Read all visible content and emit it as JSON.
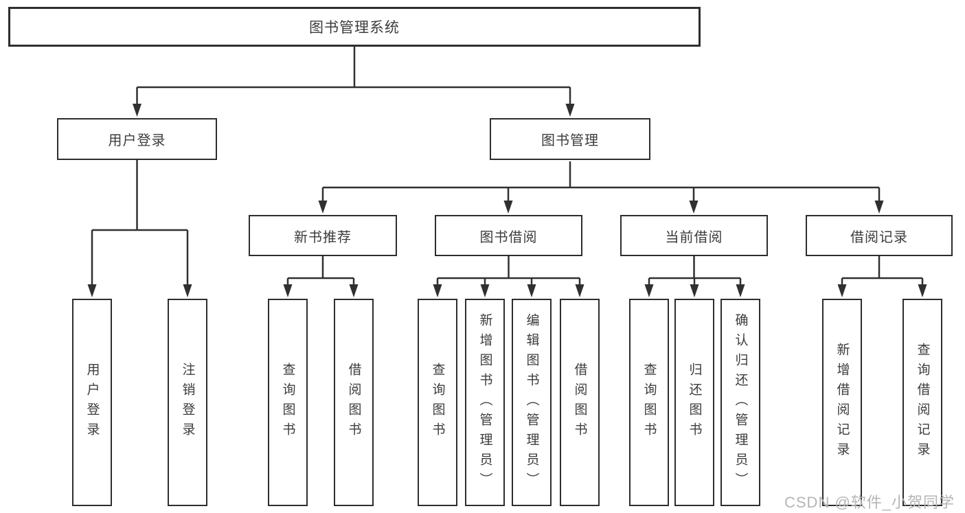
{
  "diagram": {
    "root": {
      "label": "图书管理系统"
    },
    "level2": [
      {
        "id": "user-login",
        "label": "用户登录"
      },
      {
        "id": "book-management",
        "label": "图书管理"
      }
    ],
    "level3": [
      {
        "id": "new-book-recommend",
        "label": "新书推荐",
        "parent": "图书管理"
      },
      {
        "id": "book-borrow",
        "label": "图书借阅",
        "parent": "图书管理"
      },
      {
        "id": "current-borrow",
        "label": "当前借阅",
        "parent": "图书管理"
      },
      {
        "id": "borrow-records",
        "label": "借阅记录",
        "parent": "图书管理"
      }
    ],
    "leaves": [
      {
        "id": "leaf-user-login",
        "label": "用户登录",
        "parent": "用户登录"
      },
      {
        "id": "leaf-logout",
        "label": "注销登录",
        "parent": "用户登录"
      },
      {
        "id": "leaf-query-book-1",
        "label": "查询图书",
        "parent": "新书推荐"
      },
      {
        "id": "leaf-borrow-book-1",
        "label": "借阅图书",
        "parent": "新书推荐"
      },
      {
        "id": "leaf-query-book-2",
        "label": "查询图书",
        "parent": "图书借阅"
      },
      {
        "id": "leaf-add-book",
        "label": "新增图书（管理员）",
        "parent": "图书借阅"
      },
      {
        "id": "leaf-edit-book",
        "label": "编辑图书（管理员）",
        "parent": "图书借阅"
      },
      {
        "id": "leaf-borrow-book-2",
        "label": "借阅图书",
        "parent": "图书借阅"
      },
      {
        "id": "leaf-query-book-3",
        "label": "查询图书",
        "parent": "当前借阅"
      },
      {
        "id": "leaf-return-book",
        "label": "归还图书",
        "parent": "当前借阅"
      },
      {
        "id": "leaf-confirm-return",
        "label": "确认归还（管理员）",
        "parent": "当前借阅"
      },
      {
        "id": "leaf-add-borrow-record",
        "label": "新增借阅记录",
        "parent": "借阅记录"
      },
      {
        "id": "leaf-query-borrow-record",
        "label": "查询借阅记录",
        "parent": "借阅记录"
      }
    ],
    "colors": {
      "line": "#303030",
      "box_border": "#2d2d2d",
      "text": "#3c3c3c",
      "background": "#ffffff",
      "watermark": "#b5b5b5"
    },
    "watermark": "CSDN @软件_小贺同学"
  }
}
